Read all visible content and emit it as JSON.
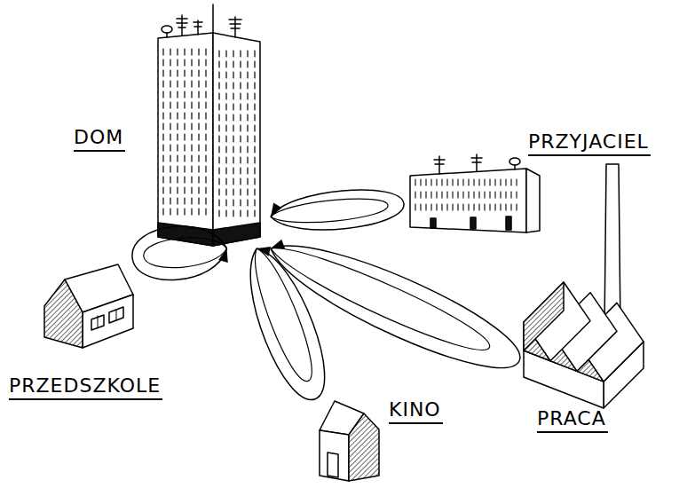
{
  "diagram": {
    "nodes": [
      {
        "text": [
          "DOM"
        ]
      },
      {
        "text": [
          "PRZYJACIEL"
        ]
      },
      {
        "text": [
          "PRZEDSZKOLE"
        ]
      },
      {
        "text": [
          "KINO"
        ]
      },
      {
        "text": [
          "PRACA"
        ]
      }
    ],
    "edges": [
      {
        "from": 1,
        "to": 0,
        "arrow": "to"
      },
      {
        "from": 2,
        "to": 0,
        "arrow": "to"
      },
      {
        "from": 3,
        "to": 0,
        "arrow": "to"
      },
      {
        "from": 4,
        "to": 0,
        "arrow": "to"
      }
    ]
  }
}
